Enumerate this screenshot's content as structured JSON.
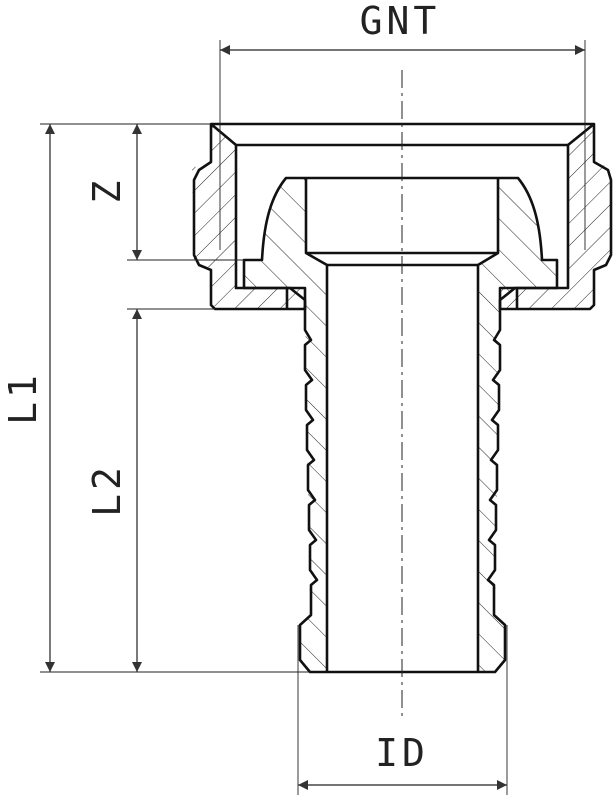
{
  "drawing": {
    "labels": {
      "gnt": "GNT",
      "l1": "L1",
      "z": "Z",
      "l2": "L2",
      "id": "ID"
    }
  }
}
